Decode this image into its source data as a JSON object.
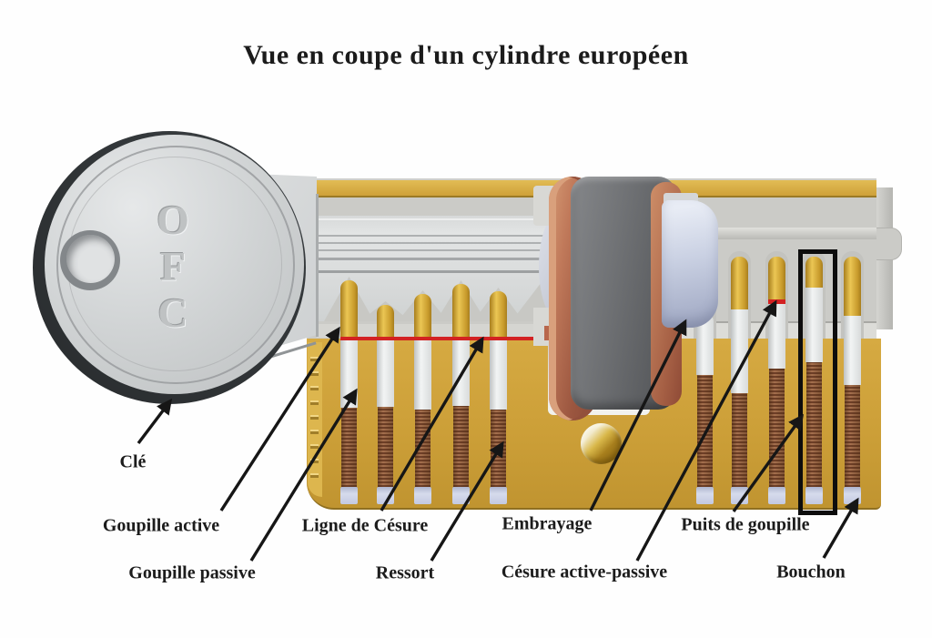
{
  "title": "Vue en coupe d'un cylindre européen",
  "key": {
    "letters": [
      "O",
      "F",
      "C"
    ]
  },
  "labels": {
    "cle": "Clé",
    "goupille_active": "Goupille active",
    "ligne_de_cesure": "Ligne de Césure",
    "embrayage": "Embrayage",
    "puits_de_goupille": "Puits de goupille",
    "goupille_passive": "Goupille passive",
    "ressort": "Ressort",
    "cesure_active_passive": "Césure active-passive",
    "bouchon": "Bouchon"
  },
  "colors": {
    "brass_body": "#CEA13A",
    "shear_line_red": "#D32222",
    "spring_brown": "#8B5B3E",
    "passive_pin_white": "#EDEFEF",
    "cap_lavender": "#CBD1E7",
    "copper_ring": "#B5735B",
    "clutch_gray": "#6E7072",
    "key_gray": "#D3D5D6"
  }
}
